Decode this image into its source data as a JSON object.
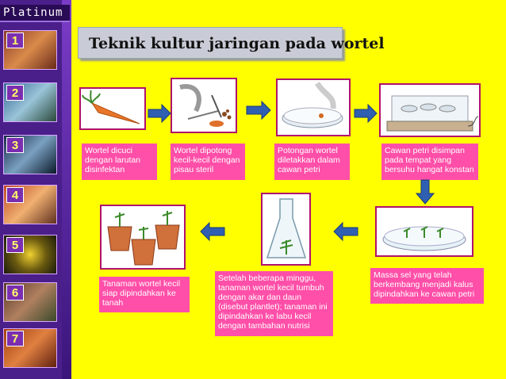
{
  "logo": "Platinum",
  "nav": [
    "1",
    "2",
    "3",
    "4",
    "5",
    "6",
    "7"
  ],
  "title": "Teknik kultur jaringan pada wortel",
  "steps": [
    "Wortel dicuci dengan larutan disinfektan",
    "Wortel dipotong kecil-kecil dengan pisau steril",
    "Potongan wortel diletakkan dalam cawan petri",
    "Cawan petri disimpan pada tempat yang bersuhu hangat konstan",
    "Massa sel yang telah berkembang menjadi kalus dipindahkan ke cawan petri",
    "Setelah beberapa minggu, tanaman wortel kecil tumbuh dengan akar dan daun (disebut plantlet); tanaman ini dipindahkan ke labu kecil dengan tambahan nutrisi",
    "Tanaman wortel kecil siap dipindahkan ke tanah"
  ],
  "colors": {
    "background": "#ffff00",
    "caption": "#ff4fa8",
    "arrow": "#2f5fb0",
    "sidebar": "#4a1f8a"
  },
  "icons": [
    "carrot-icon",
    "scalpel-icon",
    "petri-dish-icon",
    "incubator-icon",
    "callus-dish-icon",
    "flask-icon",
    "potted-plants-icon",
    "arrow-icon"
  ]
}
